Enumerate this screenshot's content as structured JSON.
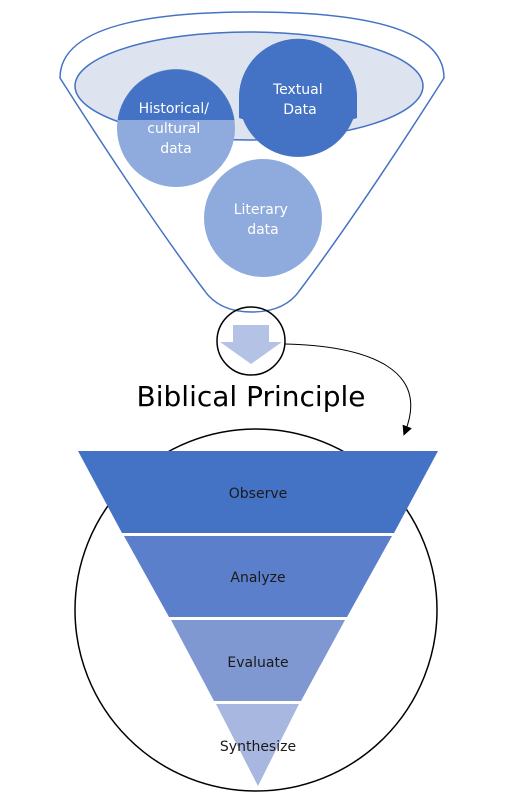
{
  "funnel": {
    "bubbles": [
      {
        "id": "historical",
        "lines": [
          "Historical/",
          "cultural",
          "data"
        ]
      },
      {
        "id": "textual",
        "lines": [
          "Textual",
          "Data"
        ]
      },
      {
        "id": "literary",
        "lines": [
          "Literary",
          "data"
        ]
      }
    ]
  },
  "heading": "Biblical Principle",
  "pyramid": {
    "stages": [
      "Observe",
      "Analyze",
      "Evaluate",
      "Synthesize"
    ]
  },
  "colors": {
    "funnel_fill": "#dde3ef",
    "funnel_outline": "#4472c4",
    "bubble_dark": "#4472c4",
    "bubble_light": "#8faadc",
    "stage_1": "#4472c4",
    "stage_2": "#5b7fcb",
    "stage_3": "#7f98d2",
    "stage_4": "#a7b7e0",
    "down_arrow": "#b4c3e5"
  }
}
